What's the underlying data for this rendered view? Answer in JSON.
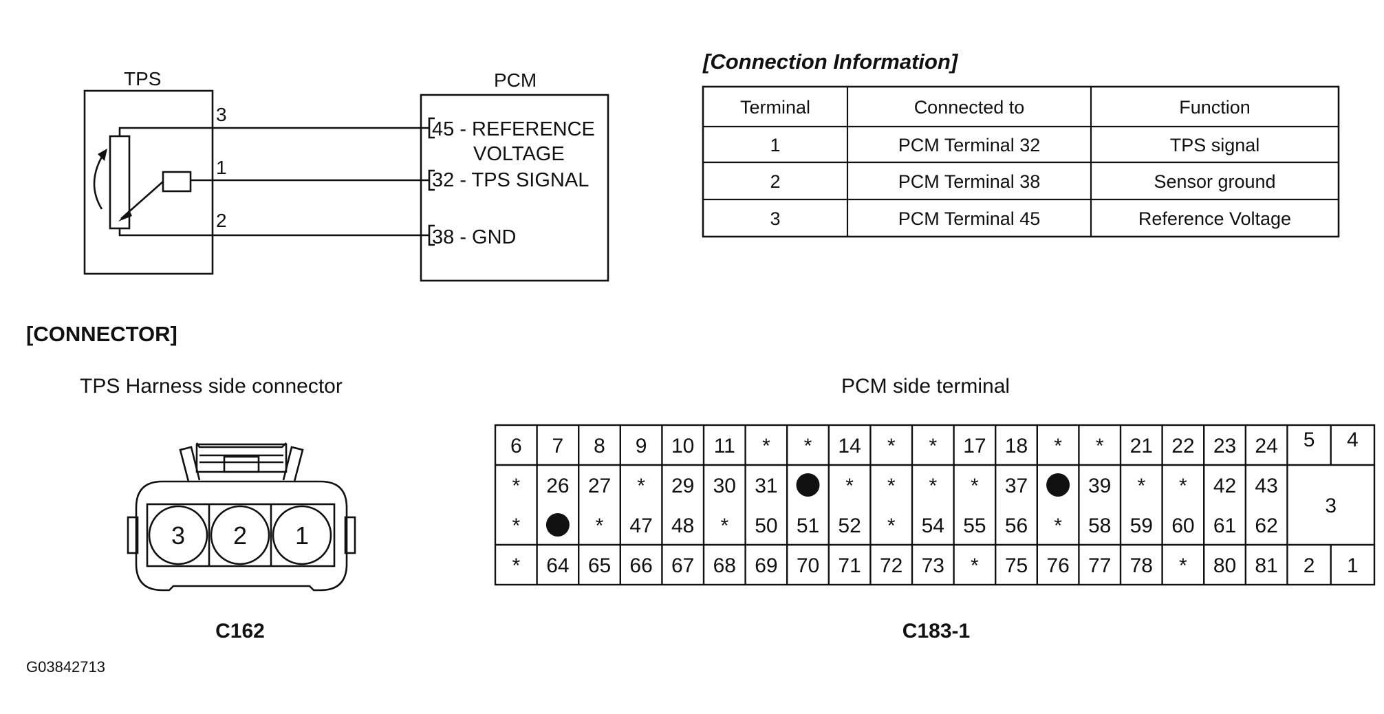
{
  "schematic": {
    "tps_label": "TPS",
    "pcm_label": "PCM",
    "pin_3": "3",
    "pin_1": "1",
    "pin_2": "2",
    "pcm_pin_45_line1": "45 - REFERENCE",
    "pcm_pin_45_line2": "VOLTAGE",
    "pcm_pin_32": "32 - TPS SIGNAL",
    "pcm_pin_38": "38 - GND"
  },
  "connection_info": {
    "title": "[Connection Information]",
    "headers": [
      "Terminal",
      "Connected to",
      "Function"
    ],
    "rows": [
      [
        "1",
        "PCM Terminal 32",
        "TPS signal"
      ],
      [
        "2",
        "PCM Terminal 38",
        "Sensor ground"
      ],
      [
        "3",
        "PCM Terminal 45",
        "Reference Voltage"
      ]
    ]
  },
  "connector_section": {
    "title": "[CONNECTOR]",
    "tps_caption": "TPS Harness side connector",
    "tps_pins": [
      "3",
      "2",
      "1"
    ],
    "tps_id": "C162",
    "pcm_caption": "PCM side terminal",
    "pcm_id": "C183-1",
    "pcm_rows": [
      [
        "6",
        "7",
        "8",
        "9",
        "10",
        "11",
        "*",
        "*",
        "14",
        "*",
        "*",
        "17",
        "18",
        "*",
        "*",
        "21",
        "22",
        "23",
        "24"
      ],
      [
        "*",
        "26",
        "27",
        "*",
        "29",
        "30",
        "31",
        "●",
        "*",
        "*",
        "*",
        "*",
        "37",
        "●",
        "39",
        "*",
        "*",
        "42",
        "43"
      ],
      [
        "*",
        "●",
        "*",
        "47",
        "48",
        "*",
        "50",
        "51",
        "52",
        "*",
        "54",
        "55",
        "56",
        "*",
        "58",
        "59",
        "60",
        "61",
        "62"
      ],
      [
        "*",
        "64",
        "65",
        "66",
        "67",
        "68",
        "69",
        "70",
        "71",
        "72",
        "73",
        "*",
        "75",
        "76",
        "77",
        "78",
        "*",
        "80",
        "81"
      ]
    ],
    "pcm_right_top": [
      "5",
      "4"
    ],
    "pcm_right_mid": "3",
    "pcm_right_bottom": [
      "2",
      "1"
    ]
  },
  "figure_id": "G03842713"
}
